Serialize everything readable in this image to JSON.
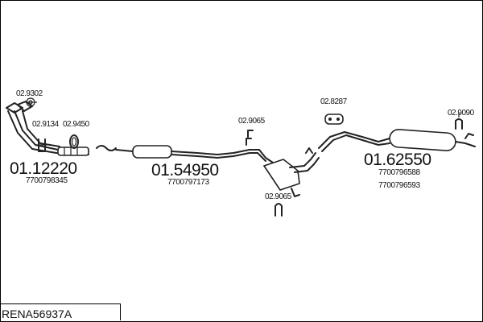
{
  "diagram": {
    "sections": [
      {
        "part_number": "01.12220",
        "oe_numbers": [
          "7700798345"
        ]
      },
      {
        "part_number": "01.54950",
        "oe_numbers": [
          "7700797173"
        ]
      },
      {
        "part_number": "01.62550",
        "oe_numbers": [
          "7700796588",
          "7700796593"
        ]
      }
    ],
    "mount_labels": {
      "m1": "02.9302",
      "m2": "02.9134",
      "m3": "02.9450",
      "m4": "02.9065",
      "m5": "02.9065",
      "m6": "02.8287",
      "m7": "02.9090"
    },
    "reference": "RENA56937A"
  }
}
